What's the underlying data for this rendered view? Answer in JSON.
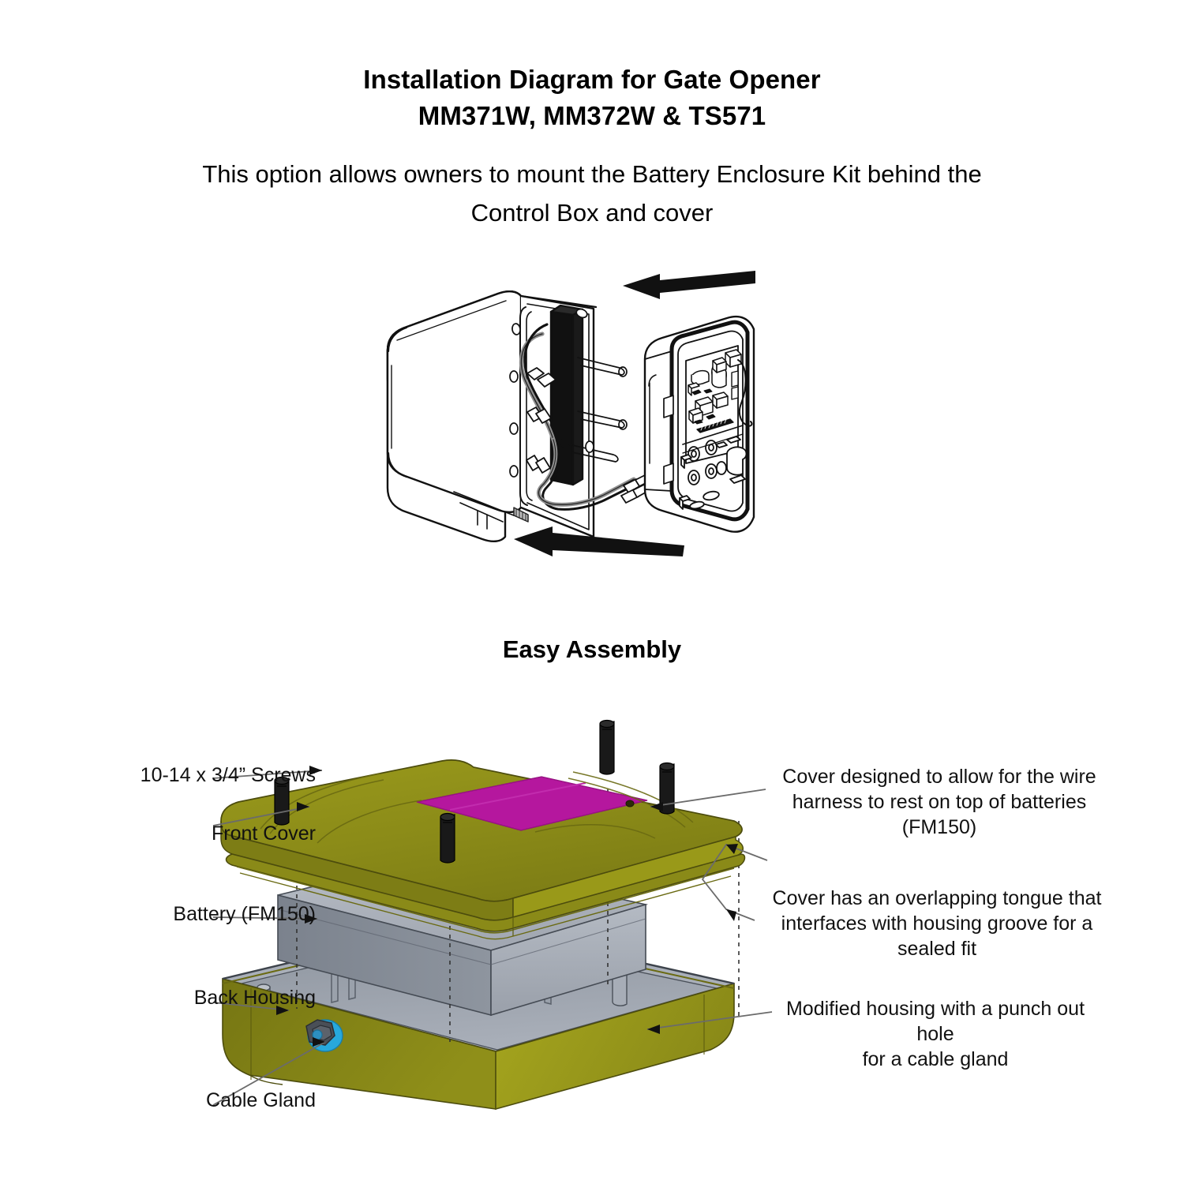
{
  "document": {
    "title_lines": [
      "Installation Diagram for Gate Opener",
      "MM371W, MM372W & TS571"
    ],
    "subtitle_lines": [
      "This option allows owners to mount the Battery Enclosure Kit behind the",
      "Control Box and cover"
    ],
    "section_heading": "Easy Assembly"
  },
  "figures": {
    "control_box": {
      "name": "control-box-exploded-line-drawing",
      "parts": [
        "control box cover with wire harness",
        "control box housing with circuit board"
      ],
      "arrows": [
        "arrow-pointing-left-top",
        "arrow-pointing-left-bottom"
      ]
    },
    "battery_enclosure": {
      "name": "battery-enclosure-exploded-view",
      "parts": [
        "front cover",
        "battery",
        "back housing",
        "cable gland",
        "screws"
      ]
    }
  },
  "callouts": {
    "left": [
      {
        "id": "screws",
        "text": "10-14 x 3/4” Screws"
      },
      {
        "id": "front-cover",
        "text": "Front Cover"
      },
      {
        "id": "battery",
        "text": "Battery (FM150)"
      },
      {
        "id": "back-housing",
        "text": "Back Housing"
      },
      {
        "id": "cable-gland",
        "text": "Cable Gland"
      }
    ],
    "right": [
      {
        "id": "cover-wire-harness",
        "text": "Cover designed to allow for the wire\nharness to rest on top of batteries\n(FM150)"
      },
      {
        "id": "cover-tongue",
        "text": "Cover has an overlapping tongue that\ninterfaces with housing groove for a\nsealed fit"
      },
      {
        "id": "punch-out-hole",
        "text": "Modified housing with a punch out hole\nfor a cable gland"
      }
    ]
  },
  "colors": {
    "olive_top": "#8e8e18",
    "olive_light": "#a3a31c",
    "olive_dark": "#6f6f12",
    "olive_edge": "#5d5d10",
    "magenta_panel": "#b5179e",
    "battery_grey": "#9aa0ab",
    "battery_grey_dark": "#6e7682",
    "battery_grey_light": "#b7bcc6",
    "cable_gland_ring": "#27a8dd",
    "cable_gland_nut": "#4a4f57",
    "screw_black": "#111111",
    "leader_grey": "#6b6b6b",
    "text_black": "#000000",
    "background": "#ffffff"
  }
}
